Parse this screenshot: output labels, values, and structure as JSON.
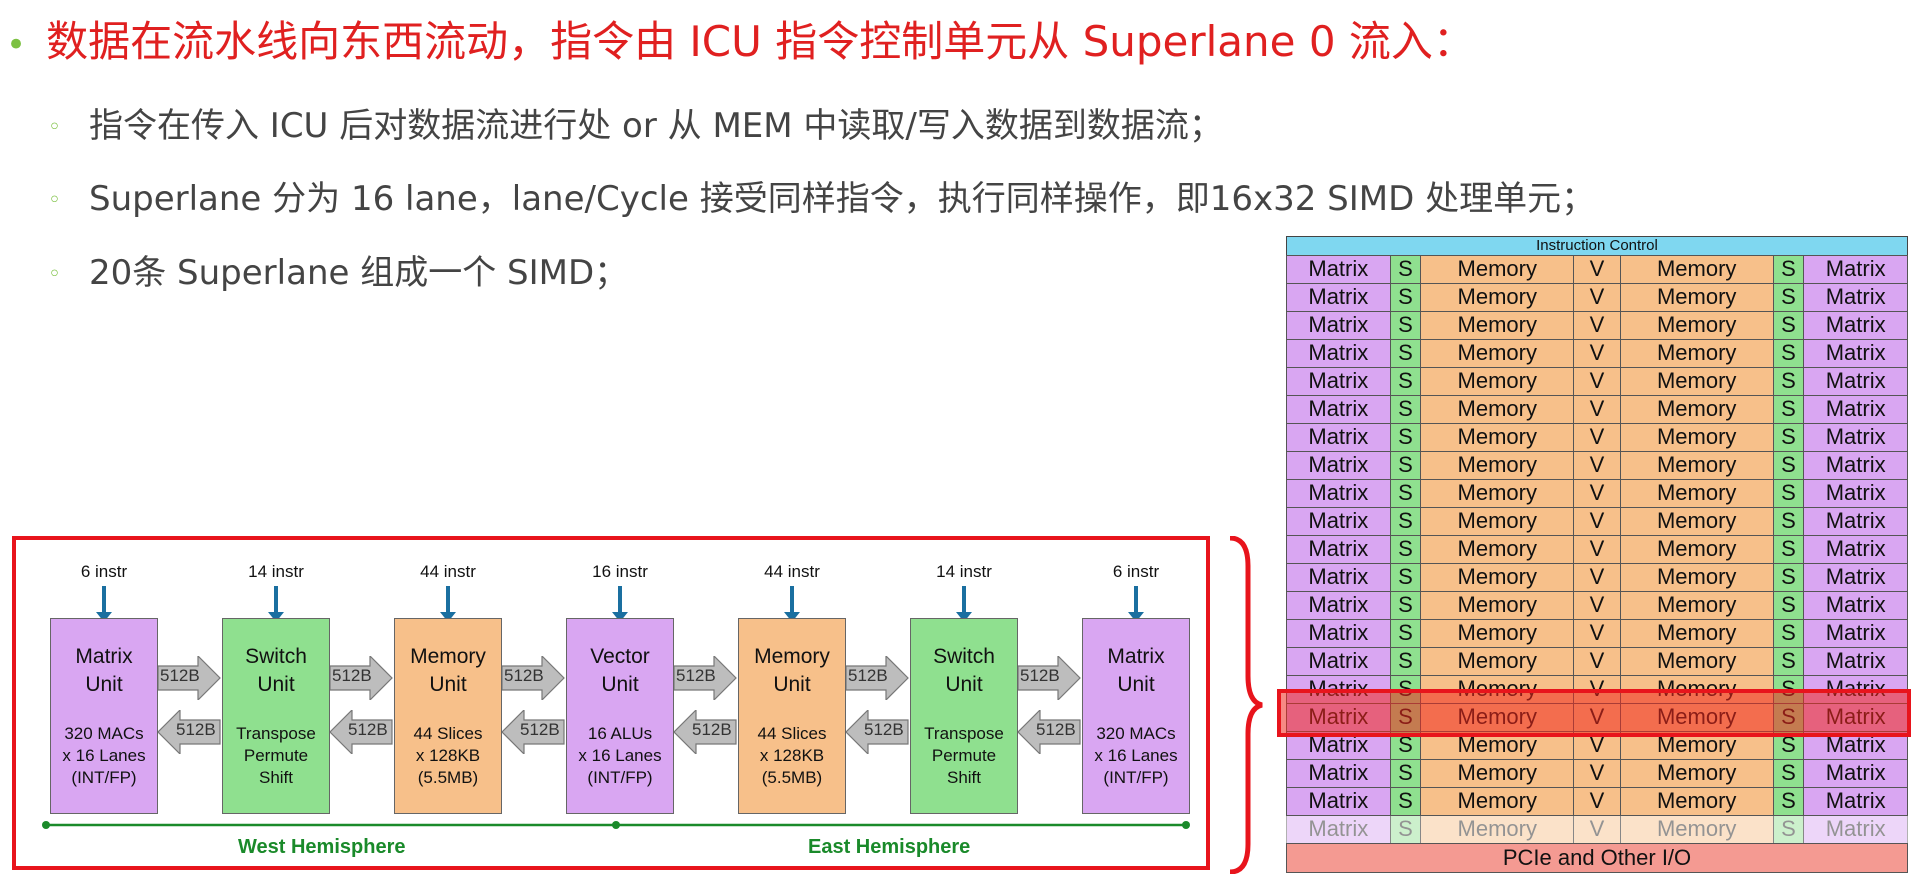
{
  "title": "数据在流水线向东西流动，指令由 ICU 指令控制单元从 Superlane 0 流入：",
  "bullets": [
    "指令在传入 ICU 后对数据流进行处 or 从 MEM 中读取/写入数据到数据流；",
    "Superlane 分为 16 lane，lane/Cycle 接受同样指令，执行同样操作，即16x32 SIMD 处理单元；",
    "20条 Superlane 组成一个 SIMD；"
  ],
  "colors": {
    "title": "#e02020",
    "bullet_marker": "#7cc142",
    "matrix": "#d9a6f2",
    "switch": "#8fe08f",
    "memory": "#f7c08a",
    "vector": "#d9a6f2",
    "icu_header": "#7fd7f0",
    "pcie": "#f49a92",
    "highlight": "#e8141c",
    "hemisphere": "#1a8a2a",
    "instr_arrow": "#1a6fa0"
  },
  "pipeline": {
    "units": [
      {
        "name": "Matrix\nUnit",
        "detail": "320 MACs\nx 16 Lanes\n(INT/FP)",
        "instr": "6 instr",
        "kind": "matrix"
      },
      {
        "name": "Switch\nUnit",
        "detail": "Transpose\nPermute\nShift",
        "instr": "14 instr",
        "kind": "switch"
      },
      {
        "name": "Memory\nUnit",
        "detail": "44 Slices\nx 128KB\n(5.5MB)",
        "instr": "44 instr",
        "kind": "memory"
      },
      {
        "name": "Vector\nUnit",
        "detail": "16 ALUs\nx 16 Lanes\n(INT/FP)",
        "instr": "16 instr",
        "kind": "vector"
      },
      {
        "name": "Memory\nUnit",
        "detail": "44 Slices\nx 128KB\n(5.5MB)",
        "instr": "44 instr",
        "kind": "memory"
      },
      {
        "name": "Switch\nUnit",
        "detail": "Transpose\nPermute\nShift",
        "instr": "14 instr",
        "kind": "switch"
      },
      {
        "name": "Matrix\nUnit",
        "detail": "320 MACs\nx 16 Lanes\n(INT/FP)",
        "instr": "6 instr",
        "kind": "matrix"
      }
    ],
    "bus_label": "512B",
    "west": "West Hemisphere",
    "east": "East Hemisphere"
  },
  "grid": {
    "header": "Instruction  Control",
    "cells": [
      "Matrix",
      "S",
      "Memory",
      "V",
      "Memory",
      "S",
      "Matrix"
    ],
    "rows": 21,
    "highlight_row": 16,
    "faded_row": 20,
    "footer": "PCIe and Other I/O"
  }
}
